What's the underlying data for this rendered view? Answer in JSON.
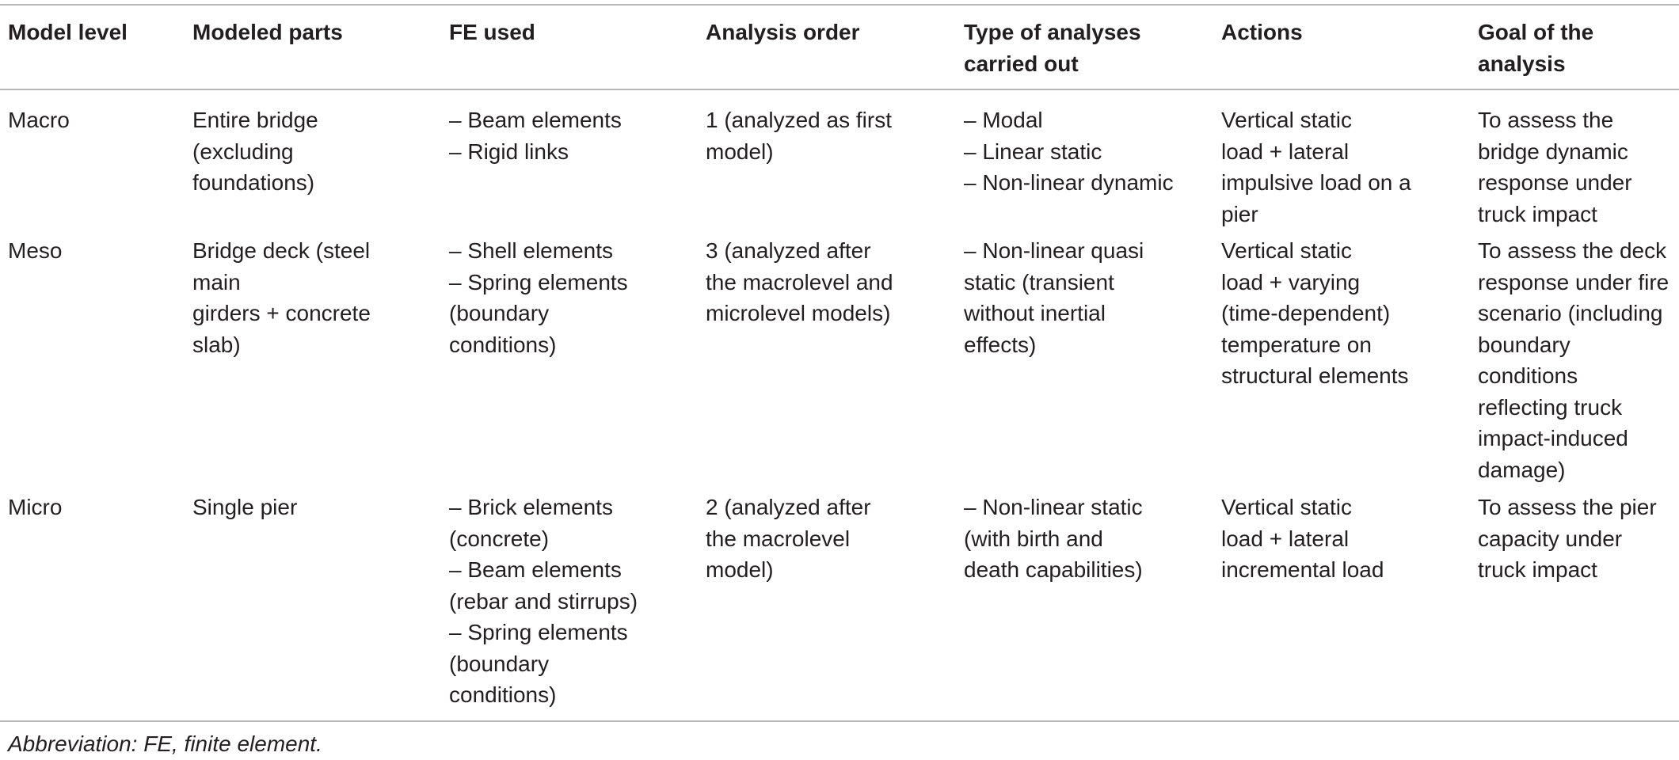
{
  "table": {
    "headers": [
      [
        "Model level"
      ],
      [
        "Modeled parts"
      ],
      [
        "FE used"
      ],
      [
        "Analysis order"
      ],
      [
        "Type of analyses",
        "carried out"
      ],
      [
        "Actions"
      ],
      [
        "Goal of the",
        "analysis"
      ]
    ],
    "rows": [
      [
        [
          "Macro"
        ],
        [
          "Entire bridge",
          "(excluding",
          "foundations)"
        ],
        [
          "– Beam elements",
          "– Rigid links"
        ],
        [
          "1 (analyzed as first",
          "model)"
        ],
        [
          "– Modal",
          "– Linear static",
          "– Non-linear dynamic"
        ],
        [
          "Vertical static",
          "load + lateral",
          "impulsive load on a",
          "pier"
        ],
        [
          "To assess the",
          "bridge dynamic",
          "response under",
          "truck impact"
        ]
      ],
      [
        [
          "Meso"
        ],
        [
          "Bridge deck (steel",
          "main",
          "girders + concrete",
          "slab)"
        ],
        [
          "– Shell elements",
          "– Spring elements",
          "(boundary",
          "conditions)"
        ],
        [
          "3 (analyzed after",
          "the macrolevel and",
          "microlevel models)"
        ],
        [
          "– Non-linear quasi",
          "static (transient",
          "without inertial",
          "effects)"
        ],
        [
          "Vertical static",
          "load + varying",
          "(time-dependent)",
          "temperature on",
          "structural elements"
        ],
        [
          "To assess the deck",
          "response under fire",
          "scenario (including",
          "boundary",
          "conditions",
          "reflecting truck",
          "impact-induced",
          "damage)"
        ]
      ],
      [
        [
          "Micro"
        ],
        [
          "Single pier"
        ],
        [
          "– Brick elements",
          "(concrete)",
          "– Beam elements",
          "(rebar and stirrups)",
          "– Spring elements",
          "(boundary",
          "conditions)"
        ],
        [
          "2 (analyzed after",
          "the macrolevel",
          "model)"
        ],
        [
          "– Non-linear static",
          "(with birth and",
          "death capabilities)"
        ],
        [
          "Vertical static",
          "load + lateral",
          "incremental load"
        ],
        [
          "To assess the pier",
          "capacity under",
          "truck impact"
        ]
      ]
    ]
  },
  "footnote": "Abbreviation: FE, finite element."
}
